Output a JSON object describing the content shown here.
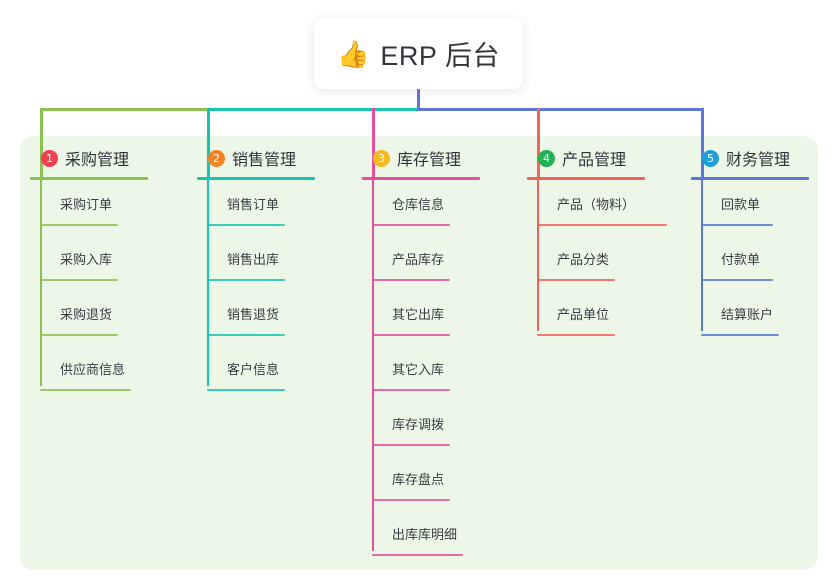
{
  "diagram": {
    "title": "ERP 后台",
    "root": {
      "emoji": "👍",
      "icon_name": "thumbs-up-emoji",
      "label": "ERP 后台"
    },
    "panel_color": "#edf7e7",
    "branches": [
      {
        "number": "1",
        "badge_color": "#f0414e",
        "line_color": "#8cc152",
        "title": "采购管理",
        "items": [
          "采购订单",
          "采购入库",
          "采购退货",
          "供应商信息"
        ]
      },
      {
        "number": "2",
        "badge_color": "#f58220",
        "line_color": "#17c4b2",
        "title": "销售管理",
        "items": [
          "销售订单",
          "销售出库",
          "销售退货",
          "客户信息"
        ]
      },
      {
        "number": "3",
        "badge_color": "#f5b921",
        "line_color": "#e4509f",
        "title": "库存管理",
        "items": [
          "仓库信息",
          "产品库存",
          "其它出库",
          "其它入库",
          "库存调拨",
          "库存盘点",
          "出库库明细"
        ]
      },
      {
        "number": "4",
        "badge_color": "#1eb253",
        "line_color": "#f2615c",
        "title": "产品管理",
        "items": [
          "产品（物料）",
          "产品分类",
          "产品单位"
        ]
      },
      {
        "number": "5",
        "badge_color": "#1da1dd",
        "line_color": "#5b76d4",
        "title": "财务管理",
        "items": [
          "回款单",
          "付款单",
          "结算账户"
        ]
      }
    ]
  }
}
